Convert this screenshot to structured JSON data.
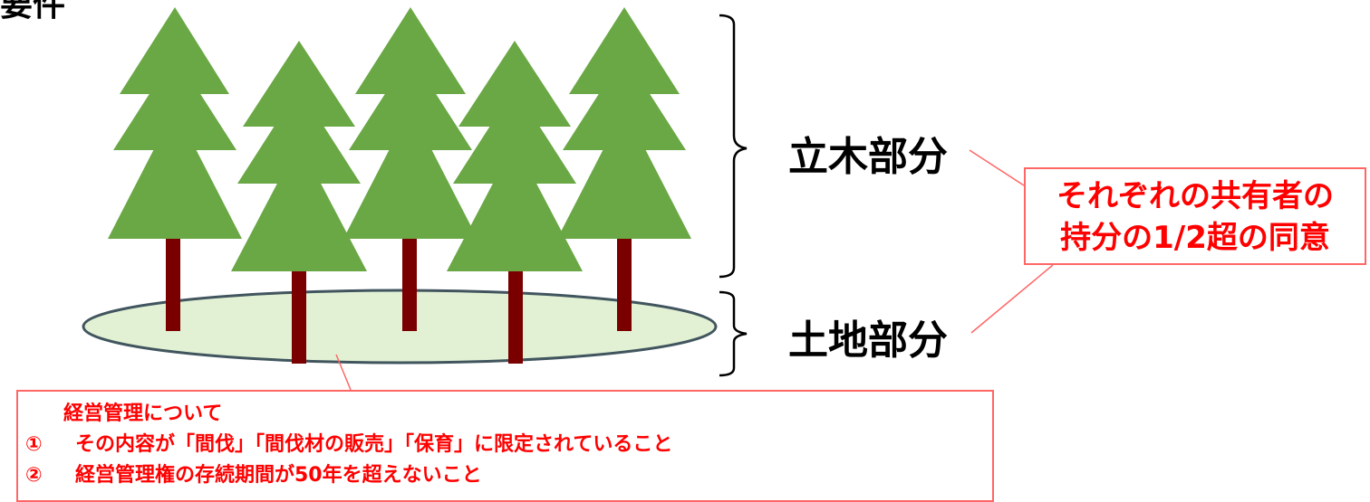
{
  "corner_title": "要件",
  "labels": {
    "trees": "立木部分",
    "land": "土地部分"
  },
  "consent_box": {
    "line1": "それぞれの共有者の",
    "line2": "持分の1/2超の同意"
  },
  "management_box": {
    "title": "経営管理について",
    "items": [
      {
        "num": "①",
        "text": "その内容が「間伐」「間伐材の販売」「保育」に限定されていること"
      },
      {
        "num": "②",
        "text": "経営管理権の存続期間が50年を超えないこと"
      }
    ]
  },
  "colors": {
    "foliage": "#6aa745",
    "trunk": "#7a0000",
    "ground_fill": "#e2f0d4",
    "ground_stroke": "#41555e",
    "accent_red": "#ff0000",
    "box_border": "#ff6666"
  }
}
